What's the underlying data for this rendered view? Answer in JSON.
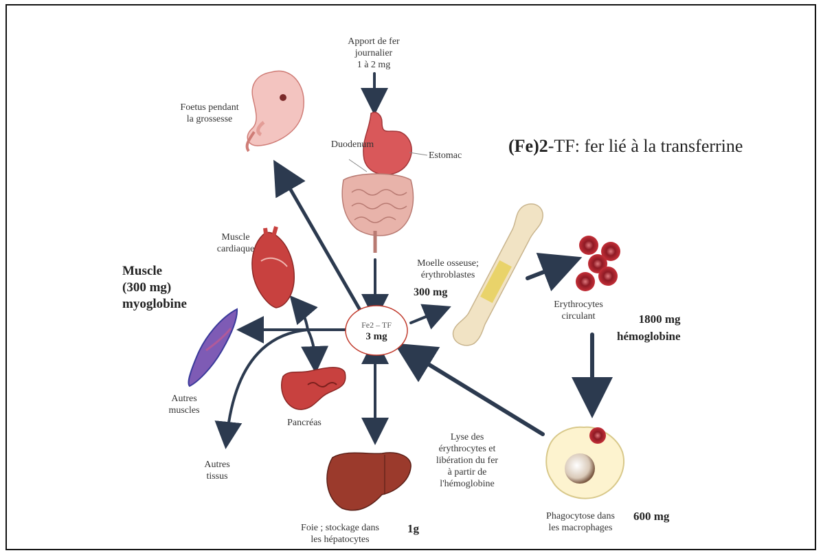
{
  "title": {
    "prefix": "(Fe)2",
    "suffix": "-TF: fer lié à la transferrine"
  },
  "center": {
    "formula": "Fe2 – TF",
    "amount": "3 mg"
  },
  "labels": {
    "intake": "Apport de fer\njournalier\n1 à 2 mg",
    "foetus": "Foetus pendant\nla grossesse",
    "duodenum": "Duodenum",
    "estomac": "Estomac",
    "muscle_cardiaque": "Muscle\ncardiaque",
    "muscle_big": "Muscle\n(300 mg)\nmyoglobine",
    "autres_muscles": "Autres\nmuscles",
    "autres_tissus": "Autres\ntissus",
    "pancreas": "Pancréas",
    "moelle": "Moelle osseuse;\nérythroblastes",
    "moelle_amount": "300 mg",
    "erythrocytes": "Erythrocytes\ncirculant",
    "erythrocytes_amount": "1800  mg\nhémoglobine",
    "lyse": "Lyse des\nérythrocytes et\nlibération du fer\nà partir de\nl'hémoglobine",
    "phagocytose": "Phagocytose dans\nles macrophages",
    "phagocytose_amount": "600 mg",
    "foie": "Foie ; stockage dans\nles hépatocytes",
    "foie_amount": "1g"
  },
  "colors": {
    "arrow": "#2c3a4f",
    "organ_red": "#c8413f",
    "stomach": "#d9585a",
    "intestine": "#e8b3aa",
    "liver": "#9b3a2c",
    "bone": "#f1e3c4",
    "rbc": "#b8262f",
    "muscle": "#6a4ba0",
    "center_ring": "#c0392b"
  }
}
